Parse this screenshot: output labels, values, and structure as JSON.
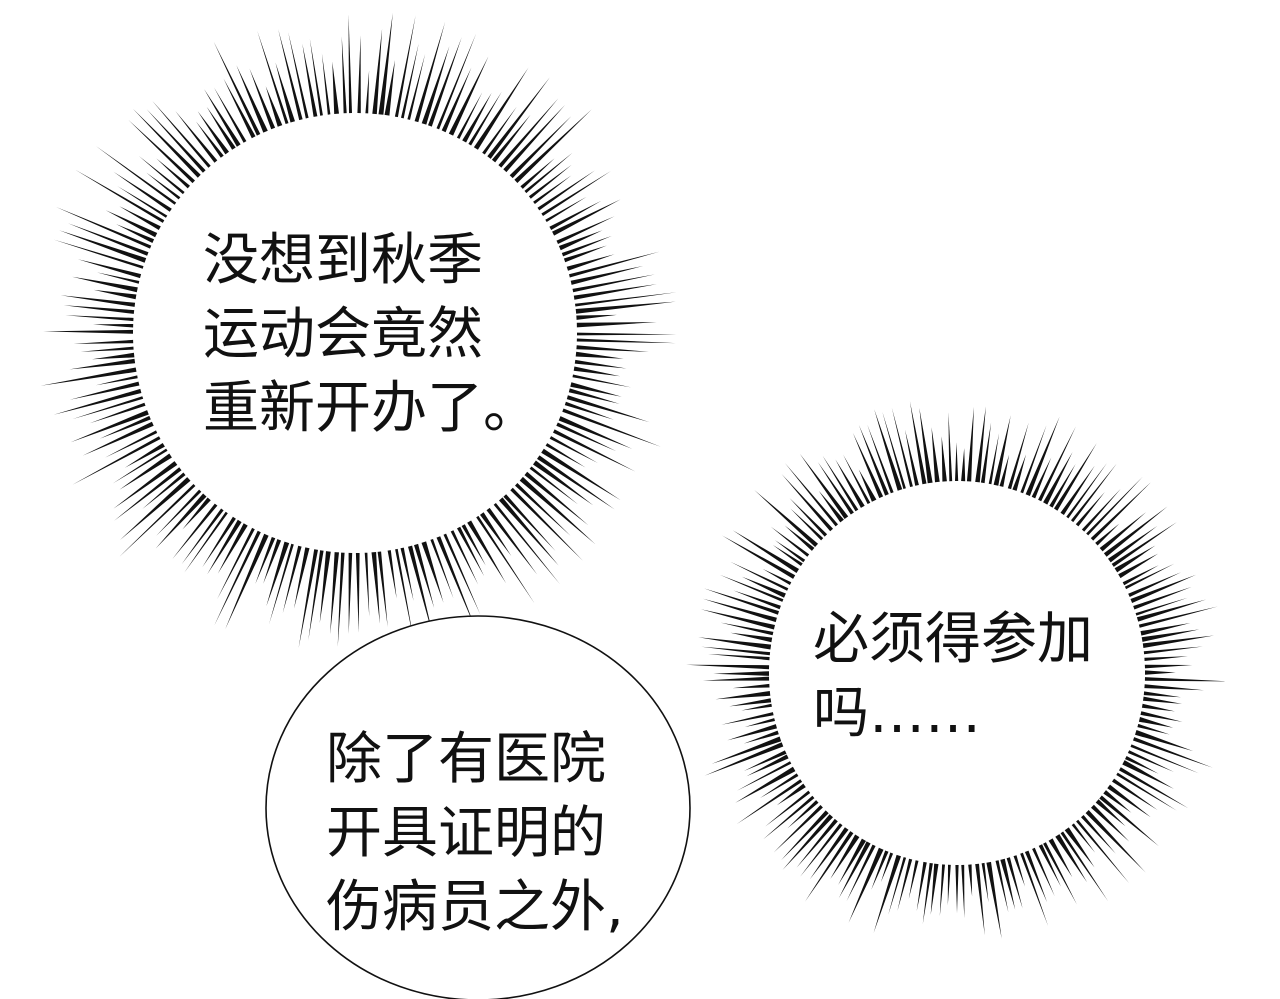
{
  "colors": {
    "background": "#ffffff",
    "ink": "#111111"
  },
  "bubbles": [
    {
      "style": "burst",
      "lines": [
        "没想到秋季",
        "运动会竟然",
        "重新开办了。"
      ]
    },
    {
      "style": "burst",
      "lines": [
        "必须得参加",
        "吗……"
      ]
    },
    {
      "style": "round",
      "lines": [
        "除了有医院",
        "开具证明的",
        "伤病员之外,"
      ]
    }
  ]
}
